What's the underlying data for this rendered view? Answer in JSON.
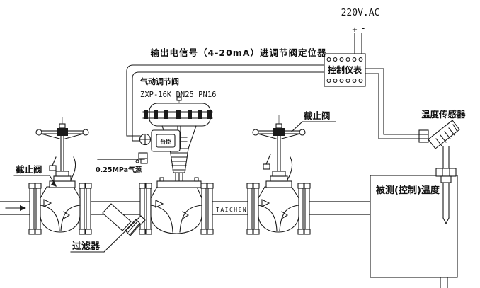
{
  "header": {
    "signal_note": "输出电信号（4-20mA）进调节阀定位器",
    "power_label": "220V.AC",
    "power_plus": "+",
    "power_minus": "-"
  },
  "controller": {
    "label": "控制仪表"
  },
  "sensor": {
    "label": "温度传感器"
  },
  "tank": {
    "label": "被测(控制)温度"
  },
  "control_valve": {
    "name": "气动调节阀",
    "model": "ZXP-16K DN25 PN16",
    "air_supply": "0.25MPa气源",
    "positioner_logo": "台臣"
  },
  "valves": {
    "left_stop_valve": "截止阀",
    "right_stop_valve": "截止阀"
  },
  "filter": {
    "label": "过滤器"
  },
  "pipe": {
    "brand": "TAICHEN"
  },
  "colors": {
    "line": "#1a1a1a",
    "background": "#ffffff"
  }
}
